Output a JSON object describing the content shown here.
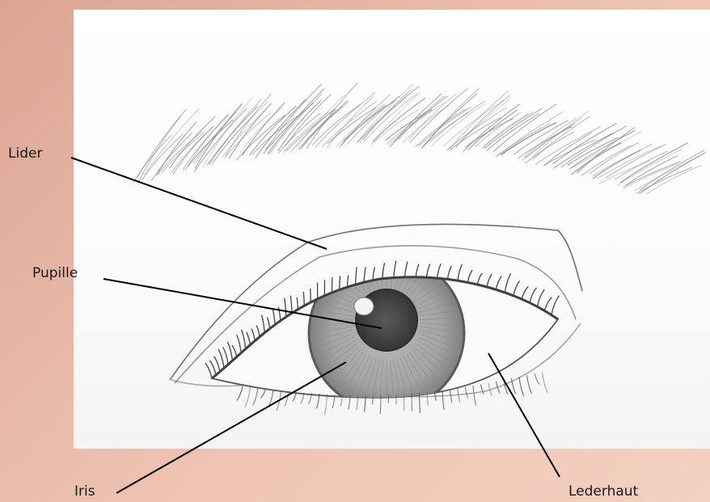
{
  "diagram": {
    "labels": {
      "lider": "Lider",
      "pupille": "Pupille",
      "iris": "Iris",
      "lederhaut": "Lederhaut"
    },
    "colors": {
      "background": "#e8b9a8",
      "panel": "#ffffff",
      "pencil": "#555555",
      "iris": "#9a9a9a",
      "pupil": "#4a4a4a",
      "leader_line": "#000000"
    }
  }
}
